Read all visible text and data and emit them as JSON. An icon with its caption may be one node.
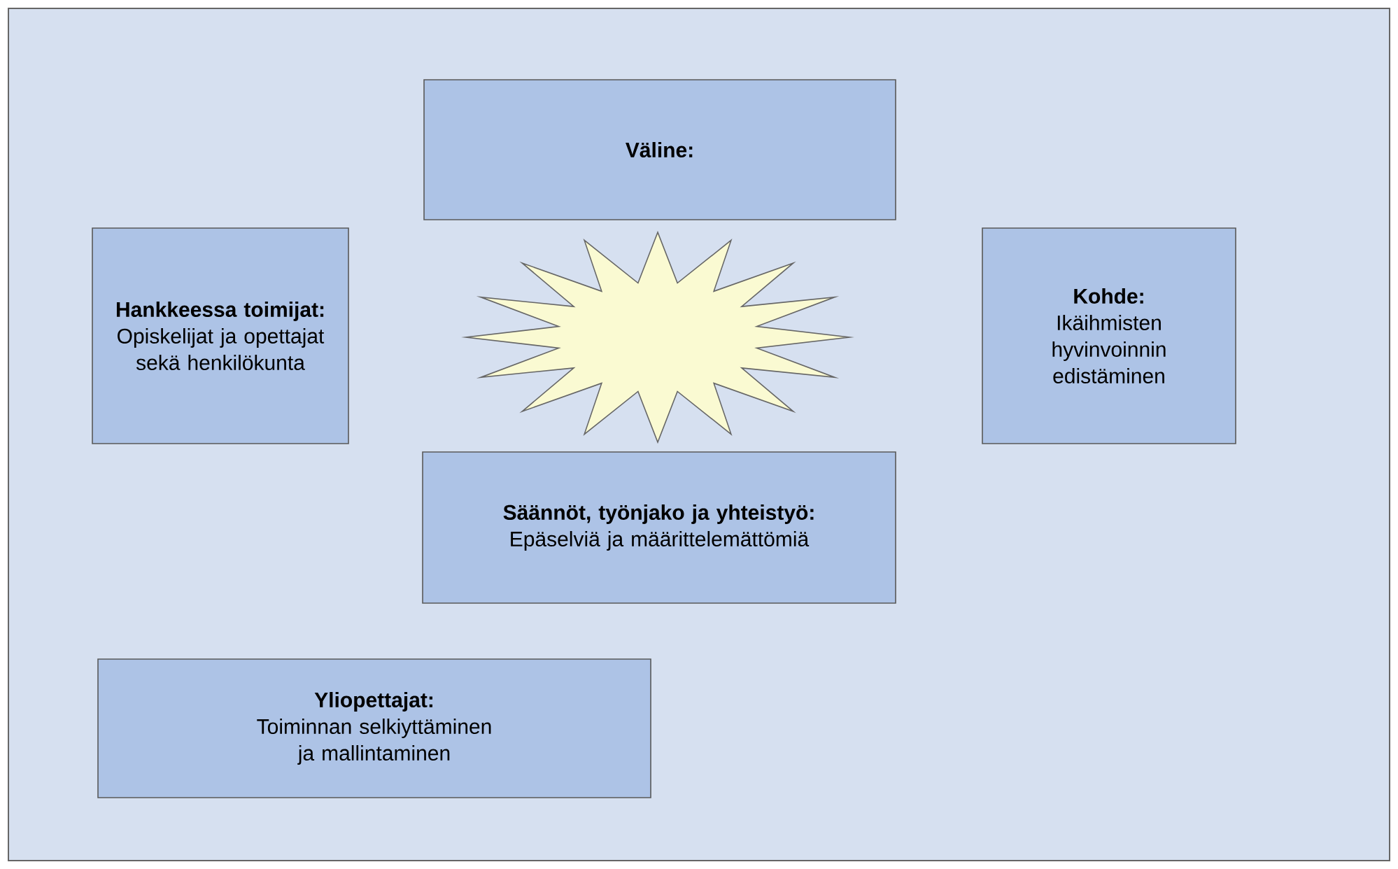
{
  "diagram": {
    "nodes": [
      {
        "text": [
          "Väline:"
        ]
      },
      {
        "text": [
          "Hankkeessa toimijat:",
          "Opiskelijat ja opettajat sekä henkilökunta"
        ]
      },
      {
        "text": [],
        "shape": "star"
      },
      {
        "text": [
          "Kohde:",
          "Ikäihmisten hyvinvoinnin edistäminen"
        ]
      },
      {
        "text": [
          "Säännöt, työnjako ja yhteistyö:",
          "Epäselviä ja määrittelemättömiä"
        ]
      },
      {
        "text": [
          "Yliopettajat:",
          "Toiminnan selkiyttäminen ja mallintaminen"
        ]
      }
    ]
  }
}
